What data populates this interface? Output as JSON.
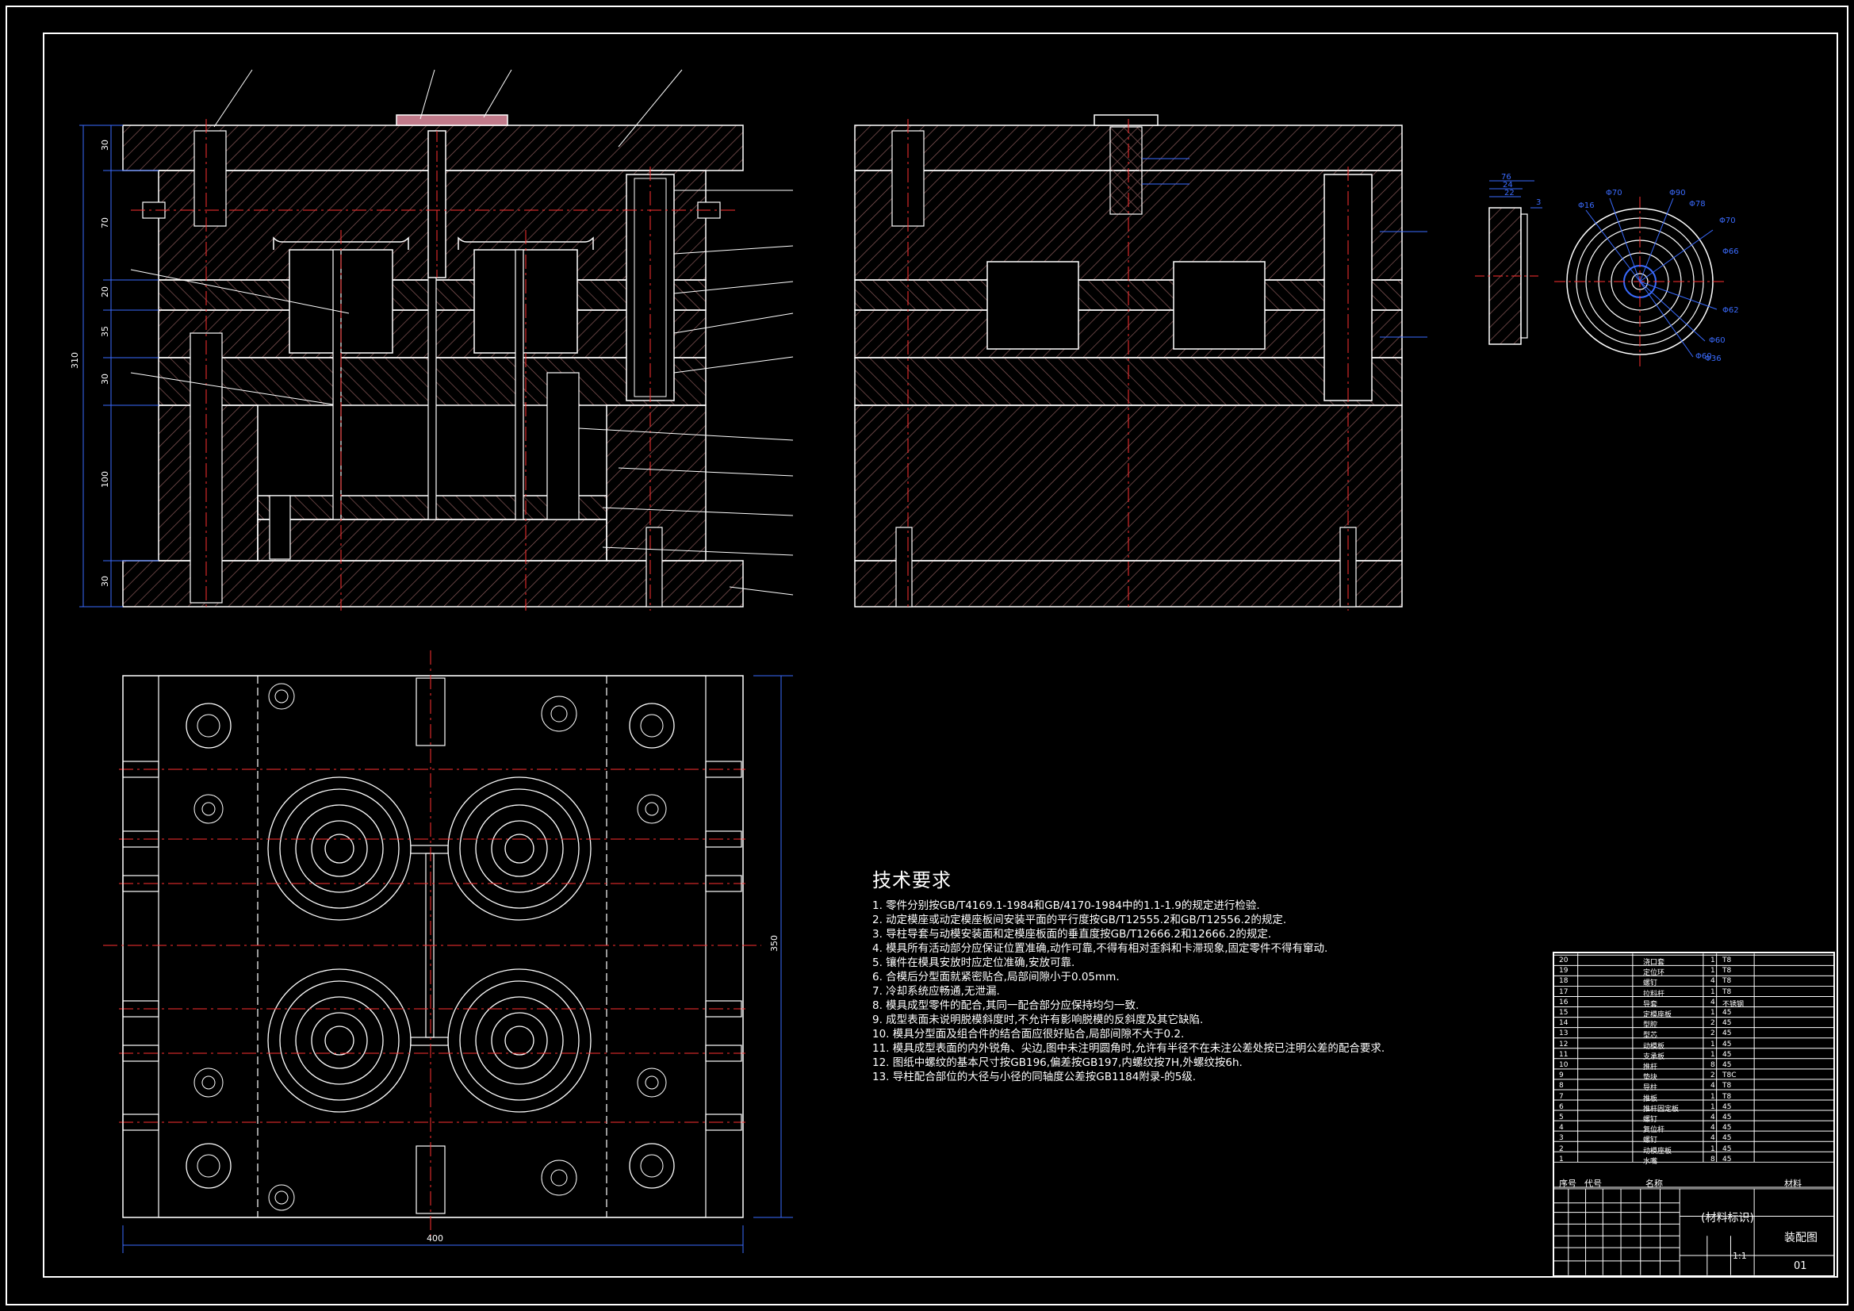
{
  "tech_requirements": {
    "title": "技术要求",
    "items": [
      "1. 零件分别按GB/T4169.1-1984和GB/4170-1984中的1.1-1.9的规定进行检验.",
      "2. 动定模座或动定模座板间安装平面的平行度按GB/T12555.2和GB/T12556.2的规定.",
      "3. 导柱导套与动模安装面和定模座板面的垂直度按GB/T12666.2和12666.2的规定.",
      "4. 模具所有活动部分应保证位置准确,动作可靠,不得有相对歪斜和卡滞现象,固定零件不得有窜动.",
      "5. 镶件在模具安放时应定位准确,安放可靠.",
      "6. 合模后分型面就紧密贴合,局部间隙小于0.05mm.",
      "7. 冷却系统应畅通,无泄漏.",
      "8. 模具成型零件的配合,其同一配合部分应保持均匀一致.",
      "9. 成型表面未说明脱模斜度时,不允许有影响脱模的反斜度及其它缺陷.",
      "10. 模具分型面及组合件的结合面应很好贴合,局部间隙不大于0.2.",
      "11. 模具成型表面的内外锐角、尖边,图中未注明圆角时,允许有半径不在未注公差处按已注明公差的配合要求.",
      "12. 图纸中螺纹的基本尺寸按GB196,偏差按GB197,内螺纹按7H,外螺纹按6h.",
      "13. 导柱配合部位的大径与小径的同轴度公差按GB1184附录-的5级."
    ]
  },
  "title_block": {
    "material_label": "(材料标识)",
    "drawing_name": "装配图",
    "drawing_number": "01",
    "scale": "1:1",
    "header_seq": "序号",
    "header_code": "代号",
    "header_name": "名称",
    "header_material": "材料"
  },
  "dimensions": {
    "front_width": "400",
    "front_height": "350",
    "total_height": "310",
    "plate_30_a": "30",
    "plate_70": "70",
    "plate_20": "20",
    "plate_35": "35",
    "plate_30_b": "30",
    "plate_100": "100",
    "plate_30_c": "30",
    "part_d76": "76",
    "part_d24": "24",
    "part_d22": "22",
    "part_d3": "3",
    "ring_phi16": "Φ16",
    "ring_phi70": "Φ70",
    "ring_phi90": "Φ90",
    "ring_phi78": "Φ78",
    "ring_phi70b": "Φ70",
    "ring_phi66": "Φ66",
    "ring_phi62": "Φ62",
    "ring_phi60": "Φ60",
    "ring_phi60b": "Φ60",
    "ring_phi36": "Φ36"
  },
  "parts_list": [
    {
      "n": "20",
      "name": "浇口套",
      "q": "1",
      "m": "T8"
    },
    {
      "n": "19",
      "name": "定位环",
      "q": "1",
      "m": "T8"
    },
    {
      "n": "18",
      "name": "螺钉",
      "q": "4",
      "m": "T8"
    },
    {
      "n": "17",
      "name": "拉料杆",
      "q": "1",
      "m": "T8"
    },
    {
      "n": "16",
      "name": "导套",
      "q": "4",
      "m": "不锈钢"
    },
    {
      "n": "15",
      "name": "定模座板",
      "q": "1",
      "m": "45"
    },
    {
      "n": "14",
      "name": "型腔",
      "q": "2",
      "m": "45"
    },
    {
      "n": "13",
      "name": "型芯",
      "q": "2",
      "m": "45"
    },
    {
      "n": "12",
      "name": "动模板",
      "q": "1",
      "m": "45"
    },
    {
      "n": "11",
      "name": "支承板",
      "q": "1",
      "m": "45"
    },
    {
      "n": "10",
      "name": "推杆",
      "q": "8",
      "m": "45"
    },
    {
      "n": "9",
      "name": "垫块",
      "q": "2",
      "m": "T8C"
    },
    {
      "n": "8",
      "name": "导柱",
      "q": "4",
      "m": "T8"
    },
    {
      "n": "7",
      "name": "推板",
      "q": "1",
      "m": "T8"
    },
    {
      "n": "6",
      "name": "推杆固定板",
      "q": "1",
      "m": "45"
    },
    {
      "n": "5",
      "name": "螺钉",
      "q": "4",
      "m": "45"
    },
    {
      "n": "4",
      "name": "复位杆",
      "q": "4",
      "m": "45"
    },
    {
      "n": "3",
      "name": "螺钉",
      "q": "4",
      "m": "45"
    },
    {
      "n": "2",
      "name": "动模座板",
      "q": "1",
      "m": "45"
    },
    {
      "n": "1",
      "name": "水嘴",
      "q": "8",
      "m": "45"
    }
  ]
}
